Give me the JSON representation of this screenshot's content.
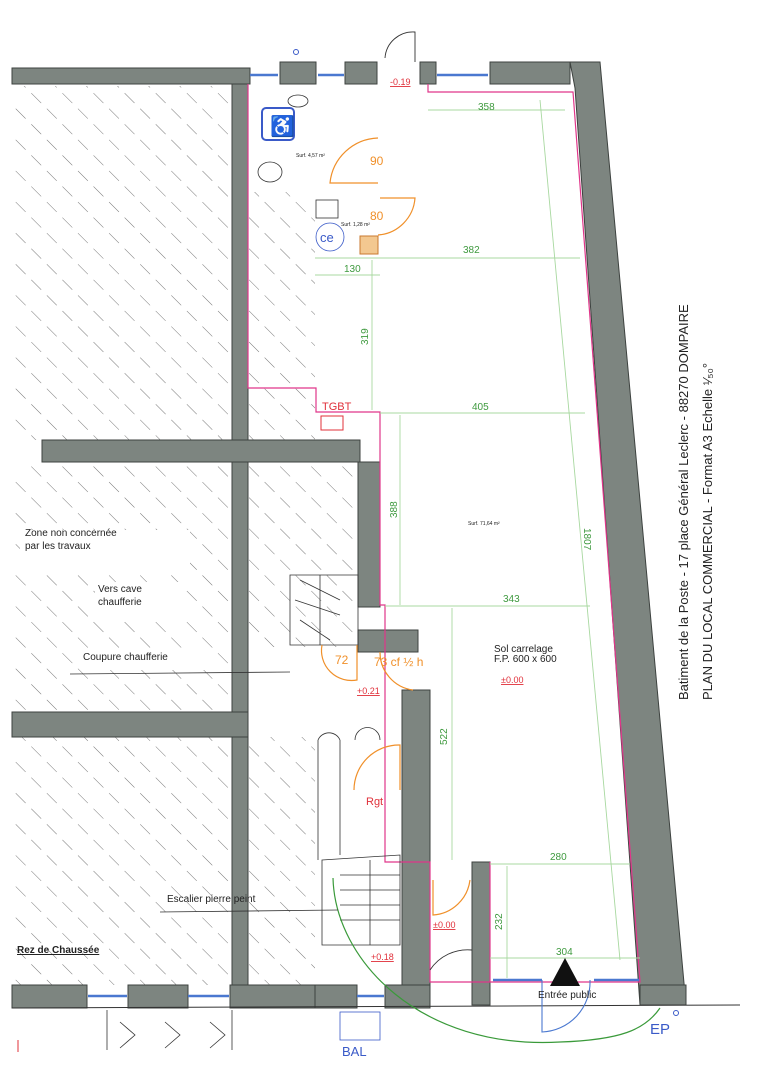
{
  "title_block": {
    "line1": "Batiment de la Poste - 17 place Général Leclerc - 88270 DOMPAIRE",
    "line2": "PLAN DU LOCAL COMMERCIAL - Format A3 Echelle ¹⁄₅₀°"
  },
  "notes": {
    "zone_line1": "Zone non concernée",
    "zone_line2": "par les travaux",
    "cave_line1": "Vers cave",
    "cave_line2": "chaufferie",
    "coupure": "Coupure chaufferie",
    "escalier": "Escalier pierre peint",
    "rez": "Rez de Chaussée",
    "tgbt": "TGBT",
    "rgt": "Rgt",
    "entree": "Entrée public",
    "ep": "EP",
    "bal": "BAL",
    "sol_line1": "Sol carrelage",
    "sol_line2": "F.P. 600 x 600"
  },
  "surfaces": {
    "wc_pmr": "Surf. 4,57 m²",
    "wc2": "Surf. 1,28 m²",
    "shop": "Surf. 71,64 m²"
  },
  "levels": {
    "top": "-0.19",
    "corridor": "+0.21",
    "shop": "±0.00",
    "entry": "±0.00",
    "stair": "+0.18"
  },
  "doors": {
    "d90": "90",
    "d80": "80",
    "d72": "72",
    "d73": "73 cf ½ h"
  },
  "dimensions": {
    "d358": "358",
    "d382": "382",
    "d130": "130",
    "d319": "319",
    "d405": "405",
    "d388": "388",
    "d1807": "1807",
    "d343": "343",
    "d522": "522",
    "d280": "280",
    "d232": "232",
    "d304": "304"
  },
  "icons": {
    "accessibility": "wheelchair-icon",
    "ce": "ce"
  }
}
